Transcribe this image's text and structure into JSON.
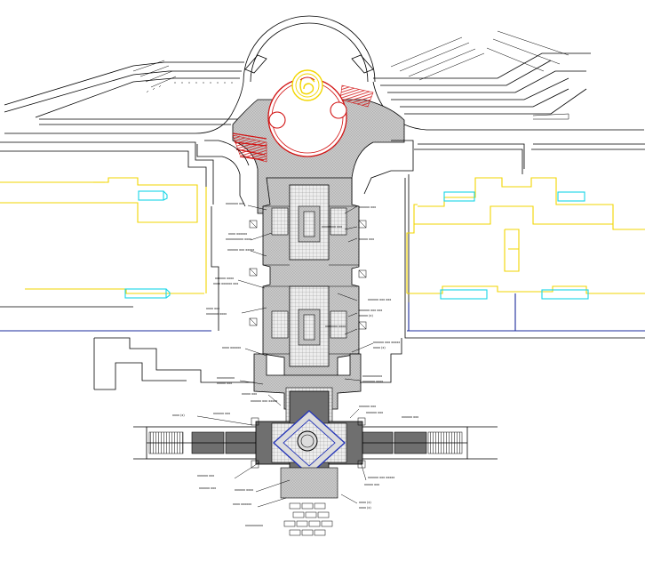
{
  "drawing": {
    "colors": {
      "linework": "#000000",
      "paving_gray": "#b4b4b4",
      "paving_dark": "#6f6f6f",
      "grid_light": "#e4e4e4",
      "plaza_red": "#d21414",
      "logo_yellow": "#f2d600",
      "building_yellow": "#f2d600",
      "window_cyan": "#17d6e6",
      "boundary_blue": "#1b2b9c",
      "diamond_blue": "#2838b8"
    },
    "annotations": {
      "left": [
        {
          "id": "L1",
          "text": "xxxxxxx xxx"
        },
        {
          "id": "L2",
          "text": "xxxx xxxxxx"
        },
        {
          "id": "L3",
          "text": "xxxxxxxxxx xxxx"
        },
        {
          "id": "L4",
          "text": "xxxxxx xxx xxxxx"
        },
        {
          "id": "L5",
          "text": "xxxxxx xxxx"
        },
        {
          "id": "L6",
          "text": "xxxx xxxxxx xxx"
        },
        {
          "id": "L7",
          "text": "xxxx xxx"
        },
        {
          "id": "L8",
          "text": "xxxxxxx xxxx"
        },
        {
          "id": "L9",
          "text": "xxxx xxxxxx"
        },
        {
          "id": "L10",
          "text": "xxxxxxxxxx"
        },
        {
          "id": "L11",
          "text": "xxxxx xxx"
        },
        {
          "id": "L12",
          "text": "xxxxx xxx"
        },
        {
          "id": "L13",
          "text": "xxxxxx xxx xxxxx"
        },
        {
          "id": "L14",
          "text": "xxxx (x)"
        },
        {
          "id": "L15",
          "text": "xxxxxx xxx"
        },
        {
          "id": "L16",
          "text": "xxxxxx xxx"
        },
        {
          "id": "L17",
          "text": "xxxxxx xxx"
        }
      ],
      "right": [
        {
          "id": "R1",
          "text": "xxxxxx xxx"
        },
        {
          "id": "R2",
          "text": "xxxxxxxx xxx"
        },
        {
          "id": "R3",
          "text": "xxxxx xxx"
        },
        {
          "id": "R4",
          "text": "xxxxxx xxx xxx"
        },
        {
          "id": "R5",
          "text": "xxxxxx xxx xxx"
        },
        {
          "id": "R6",
          "text": "xxxxx (x)"
        },
        {
          "id": "R7",
          "text": "xxxxxxx xxxx"
        },
        {
          "id": "R8",
          "text": "xxxxxx xxx xxxxx"
        },
        {
          "id": "R9",
          "text": "xxxx (x)"
        },
        {
          "id": "R10",
          "text": "xxxxxxxxxxx"
        },
        {
          "id": "R11",
          "text": "xxxxxxx xxxx"
        },
        {
          "id": "R12",
          "text": "xxxxxx xxx"
        },
        {
          "id": "R13",
          "text": "xxxxxx xxx"
        },
        {
          "id": "R14",
          "text": "xxxxxx xxx xxxxx"
        },
        {
          "id": "R15",
          "text": "xxxx (x)"
        }
      ]
    }
  }
}
